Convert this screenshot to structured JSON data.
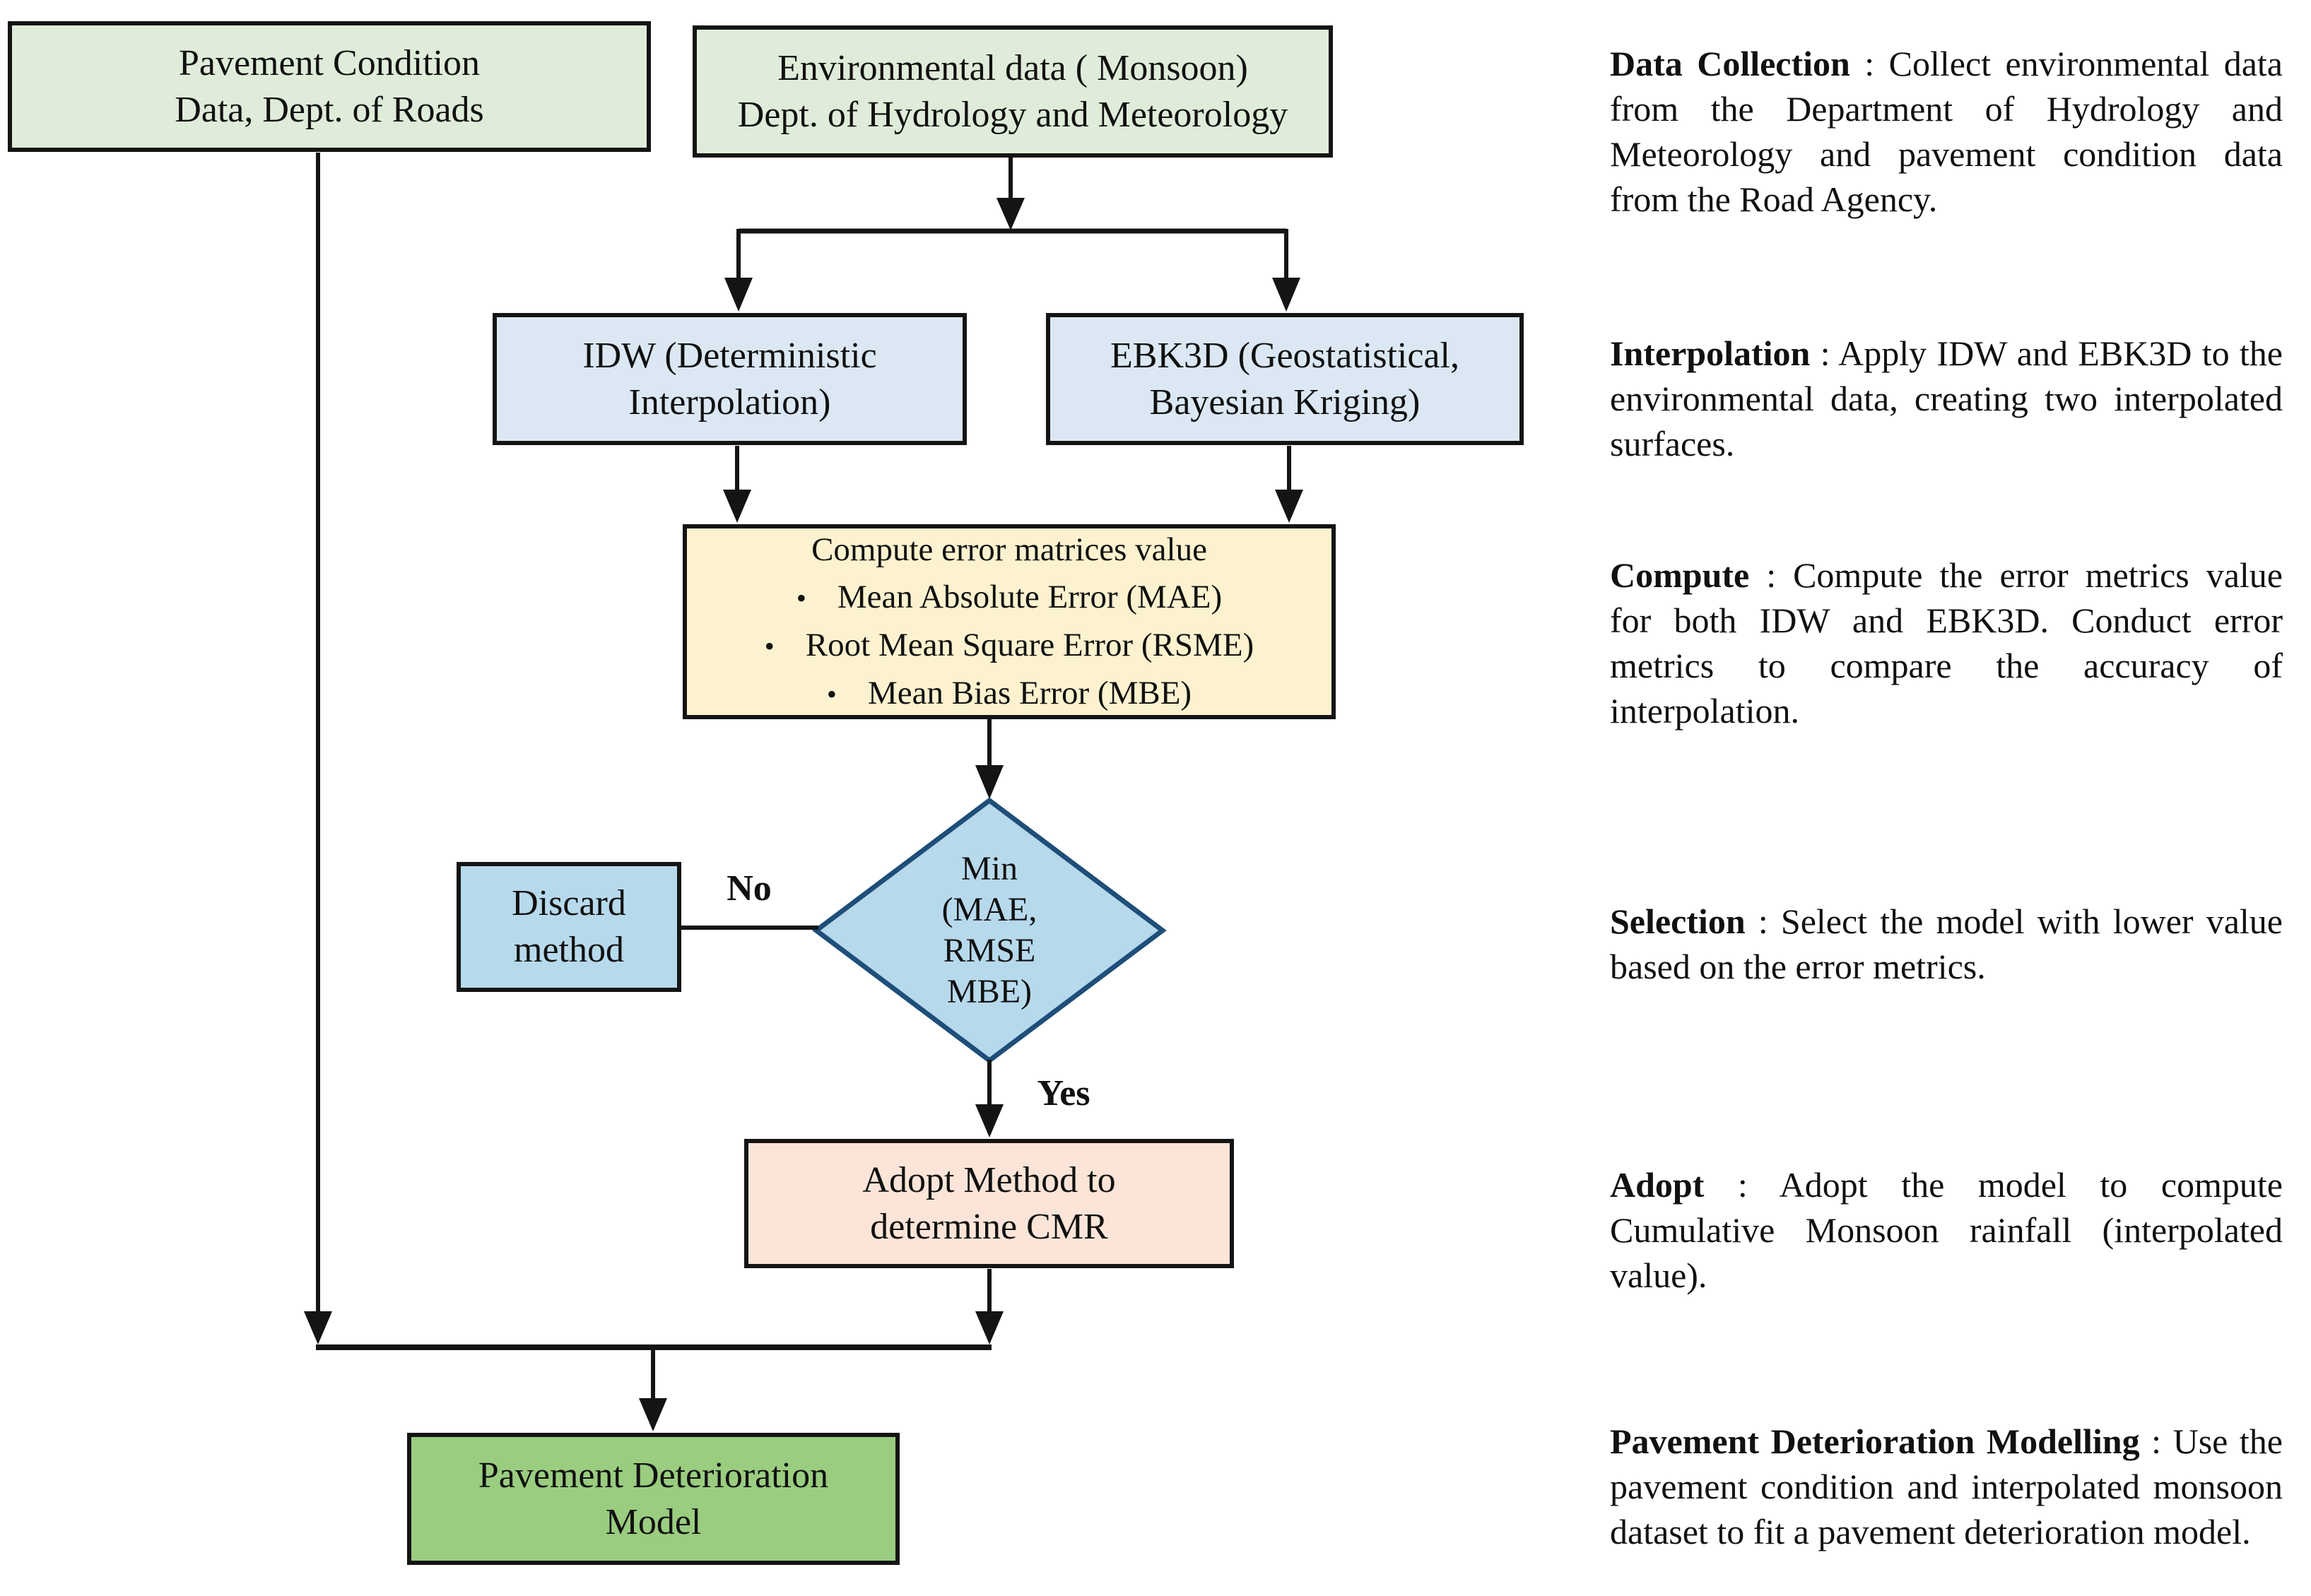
{
  "flowchart": {
    "colors": {
      "light_green": "#dfecd9",
      "light_blue": "#dbe8f4",
      "yellow": "#fdf2cf",
      "medium_blue": "#b7d9ec",
      "peach": "#fce5d8",
      "green": "#9acd80",
      "diamond_border": "#1f4e79",
      "line": "#141414"
    },
    "nodes": {
      "pavement_condition": {
        "line1": "Pavement Condition",
        "line2": "Data, Dept. of Roads"
      },
      "environmental_data": {
        "line1": "Environmental data ( Monsoon)",
        "line2": "Dept. of Hydrology and Meteorology"
      },
      "idw": {
        "line1": "IDW (Deterministic",
        "line2": "Interpolation)"
      },
      "ebk3d": {
        "line1": "EBK3D (Geostatistical,",
        "line2": "Bayesian Kriging)"
      },
      "compute": {
        "title": "Compute error matrices value",
        "bullet_char": "•",
        "bullets": [
          "Mean Absolute Error (MAE)",
          "Root Mean Square Error (RSME)",
          "Mean Bias Error (MBE)"
        ]
      },
      "decision": {
        "line1": "Min",
        "line2": "(MAE,",
        "line3": "RMSE",
        "line4": "MBE)"
      },
      "discard": {
        "line1": "Discard",
        "line2": "method"
      },
      "adopt": {
        "line1": "Adopt Method to",
        "line2": "determine CMR"
      },
      "model": {
        "line1": "Pavement Deterioration",
        "line2": "Model"
      }
    },
    "labels": {
      "no": "No",
      "yes": "Yes"
    }
  },
  "steps": [
    {
      "term": "Data Collection",
      "rest": " : Collect environmental data from the Department of Hydrology and Meteorology and pavement condition data from the Road Agency."
    },
    {
      "term": "Interpolation",
      "rest": " : Apply IDW and EBK3D to the environmental data, creating two interpolated surfaces."
    },
    {
      "term": "Compute",
      "rest": " : Compute the error metrics value for both IDW and EBK3D. Conduct error metrics to compare the accuracy of interpolation."
    },
    {
      "term": "Selection",
      "rest": " : Select the model with lower value based on the error metrics."
    },
    {
      "term": "Adopt",
      "rest": " : Adopt the model to compute Cumulative Monsoon rainfall (interpolated value)."
    },
    {
      "term": "Pavement Deterioration Modelling",
      "rest": " : Use the pavement condition and interpolated monsoon dataset to fit a pavement deterioration model."
    }
  ]
}
